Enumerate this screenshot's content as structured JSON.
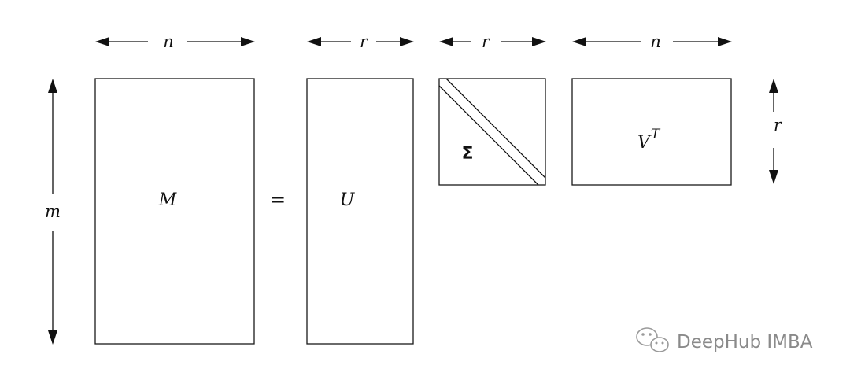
{
  "labels": {
    "m_width": "n",
    "u_width": "r",
    "sigma_width": "r",
    "vt_width": "n",
    "m_height": "m",
    "vt_height": "r",
    "matrix_m": "M",
    "equals": "=",
    "matrix_u": "U",
    "matrix_sigma": "Σ",
    "matrix_vt_base": "V",
    "matrix_vt_sup": "T"
  },
  "watermark": {
    "text": "DeepHub IMBA",
    "icon": "wechat-icon"
  }
}
